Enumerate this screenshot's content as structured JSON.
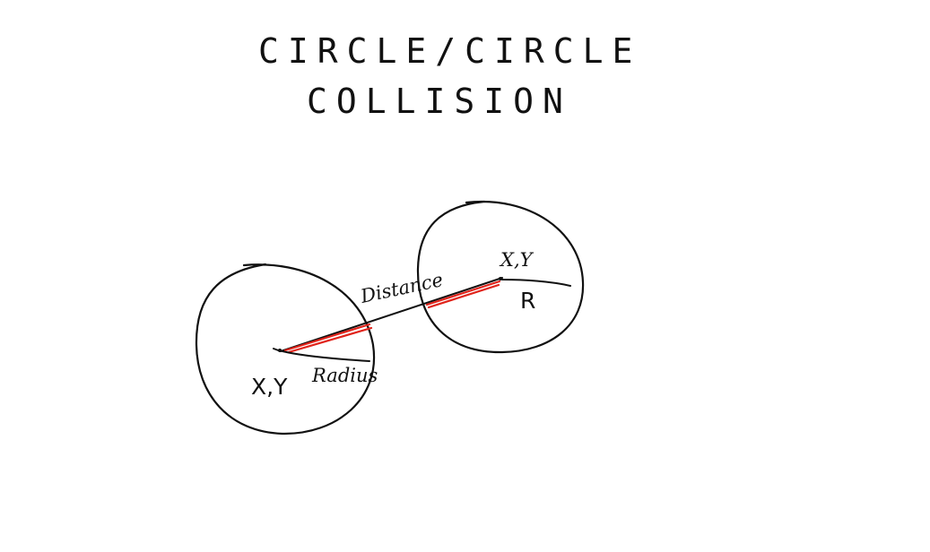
{
  "diagram": {
    "title_line1": "CIRCLE/CIRCLE",
    "title_line2": "COLLISION",
    "labels": {
      "distance": "Distance",
      "left_center": "X,Y",
      "left_radius": "Radius",
      "right_center": "X,Y",
      "right_radius": "R"
    },
    "colors": {
      "ink": "#111111",
      "highlight": "#e0231a",
      "background": "#ffffff"
    }
  }
}
